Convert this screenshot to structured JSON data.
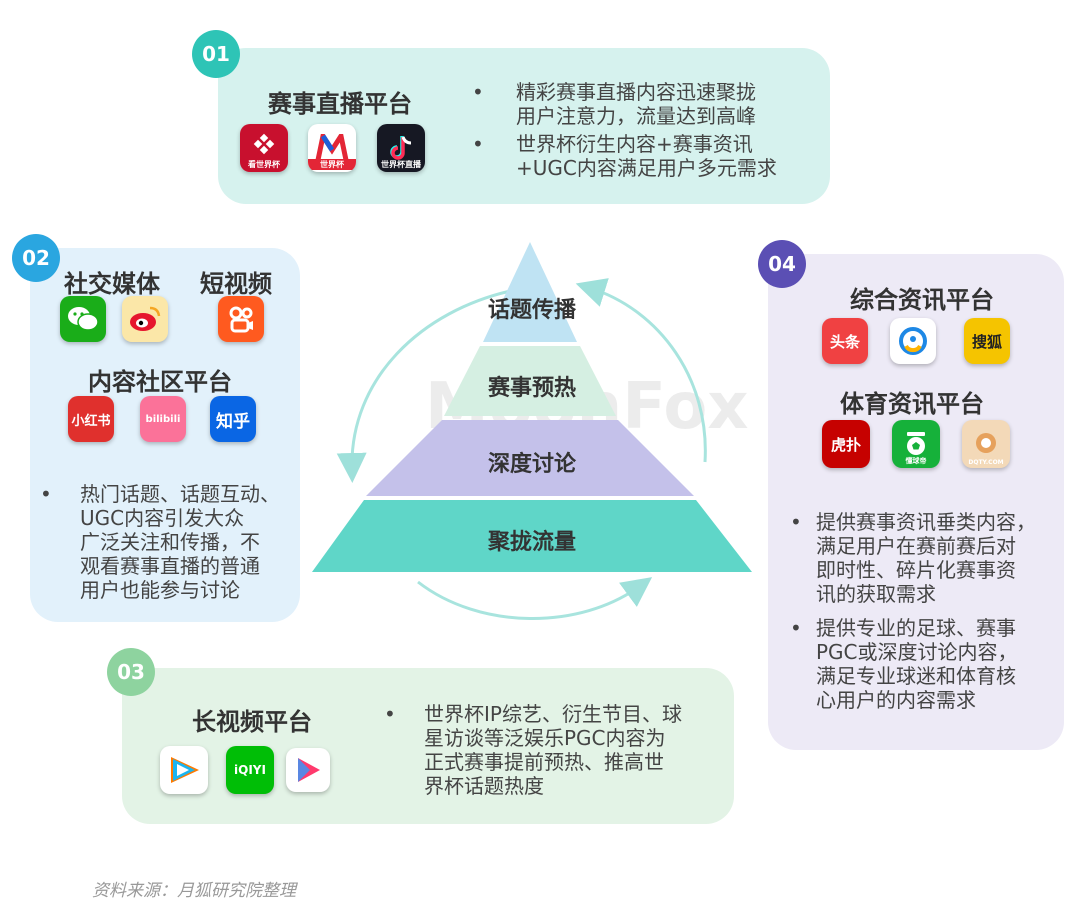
{
  "watermark": "MoonFox",
  "box01": {
    "num": "01",
    "title": "赛事直播平台",
    "bullets": [
      "精彩赛事直播内容迅速聚拢用户注意力，流量达到高峰",
      "世界杯衍生内容+赛事资讯+UGC内容满足用户多元需求"
    ],
    "bullet_lines": [
      [
        "精彩赛事直播内容迅速聚拢",
        "用户注意力，流量达到高峰"
      ],
      [
        "世界杯衍生内容+赛事资讯",
        "+UGC内容满足用户多元需求"
      ]
    ],
    "icons": [
      {
        "name": "cctv-sports-icon",
        "label": "看世界杯",
        "color": "#c8102e"
      },
      {
        "name": "migu-icon",
        "label": "世界杯",
        "color": "#e32636"
      },
      {
        "name": "douyin-icon",
        "label": "世界杯直播",
        "color": "#161823"
      }
    ]
  },
  "box02": {
    "num": "02",
    "title_social": "社交媒体",
    "title_short": "短视频",
    "title_community": "内容社区平台",
    "bullet": "热门话题、话题互动、UGC内容引发大众广泛关注和传播，不观看赛事直播的普通用户也能参与讨论",
    "bullet_lines": [
      "热门话题、话题互动、",
      "UGC内容引发大众",
      "广泛关注和传播，不",
      "观看赛事直播的普通",
      "用户也能参与讨论"
    ],
    "icons": [
      {
        "name": "wechat-icon",
        "color": "#1aad19"
      },
      {
        "name": "weibo-icon",
        "color": "#f5a623"
      },
      {
        "name": "kuaishou-icon",
        "color": "#ff5a1f"
      },
      {
        "name": "xiaohongshu-icon",
        "label": "小红书",
        "color": "#e0302d"
      },
      {
        "name": "bilibili-icon",
        "label": "bilibili",
        "color": "#fb7299"
      },
      {
        "name": "zhihu-icon",
        "label": "知乎",
        "color": "#0a66e4"
      }
    ]
  },
  "box03": {
    "num": "03",
    "title": "长视频平台",
    "bullet": "世界杯IP综艺、衍生节目、球星访谈等泛娱乐PGC内容为正式赛事提前预热、推高世界杯话题热度",
    "bullet_lines": [
      "世界杯IP综艺、衍生节目、球",
      "星访谈等泛娱乐PGC内容为",
      "正式赛事提前预热、推高世",
      "界杯话题热度"
    ],
    "icons": [
      {
        "name": "tencent-video-icon",
        "color": "#ffffff"
      },
      {
        "name": "iqiyi-icon",
        "label": "iQIYI",
        "color": "#00be06"
      },
      {
        "name": "youku-icon",
        "color": "#ffffff"
      }
    ]
  },
  "box04": {
    "num": "04",
    "title_news": "综合资讯平台",
    "title_sports": "体育资讯平台",
    "bullets": [
      "提供赛事资讯垂类内容，满足用户在赛前赛后对即时性、碎片化赛事资讯的获取需求",
      "提供专业的足球、赛事PGC或深度讨论内容，满足专业球迷和体育核心用户的内容需求"
    ],
    "bullet_lines": [
      [
        "提供赛事资讯垂类内容，",
        "满足用户在赛前赛后对",
        "即时性、碎片化赛事资",
        "讯的获取需求"
      ],
      [
        "提供专业的足球、赛事",
        "PGC或深度讨论内容，",
        "满足专业球迷和体育核",
        "心用户的内容需求"
      ]
    ],
    "icons": [
      {
        "name": "toutiao-icon",
        "label": "头条",
        "color": "#f04142"
      },
      {
        "name": "tencent-news-icon",
        "color": "#ffffff"
      },
      {
        "name": "sohu-icon",
        "label": "搜狐",
        "color": "#f5c400"
      },
      {
        "name": "hupu-icon",
        "label": "虎扑",
        "color": "#c60100"
      },
      {
        "name": "dongqiudi-icon",
        "label": "懂球帝",
        "color": "#16b13a"
      },
      {
        "name": "dqty-icon",
        "label": "DQTY.COM",
        "color": "#e6a15c"
      }
    ]
  },
  "pyramid": {
    "layers": [
      "话题传播",
      "赛事预热",
      "深度讨论",
      "聚拢流量"
    ],
    "colors": [
      "#bfe3f3",
      "#d5efe2",
      "#c4c1ea",
      "#5fd6c8"
    ]
  },
  "source": "资料来源：月狐研究院整理"
}
